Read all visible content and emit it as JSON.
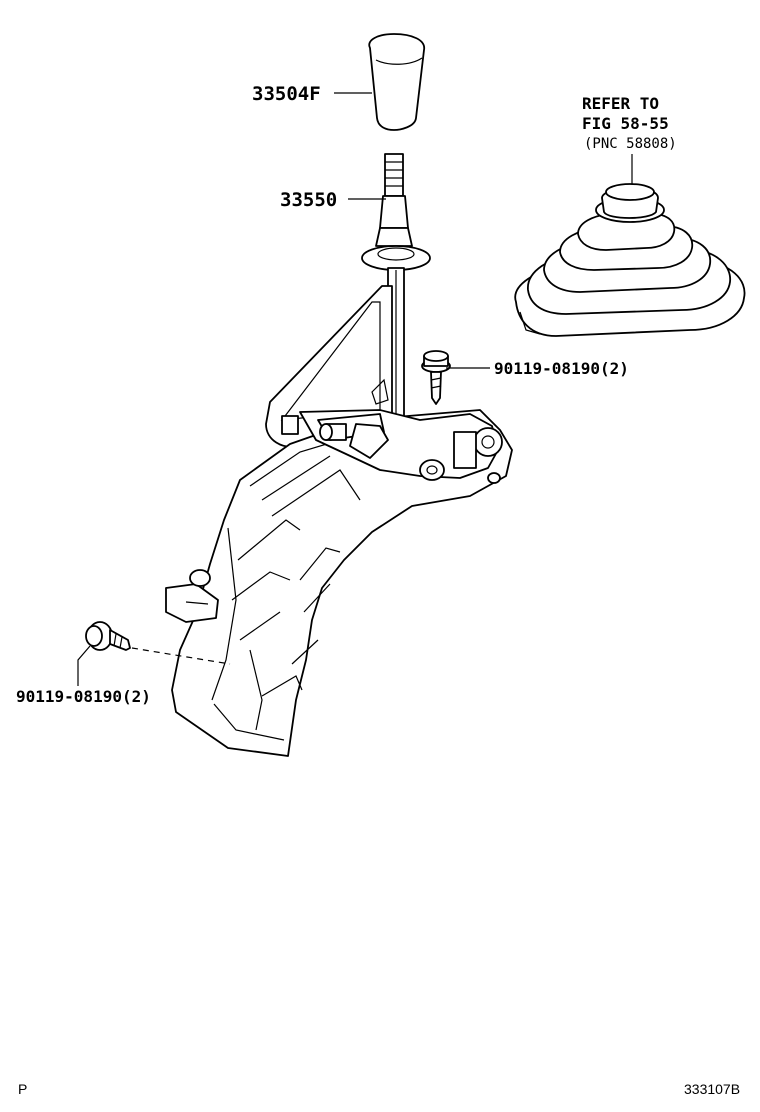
{
  "labels": {
    "knob": "33504F",
    "lever": "33550",
    "bolt_right": "90119-08190(2)",
    "bolt_left": "90119-08190(2)",
    "refer_line1": "REFER TO",
    "refer_line2": "FIG 58-55",
    "refer_line3": "(PNC 58808)"
  },
  "footer": {
    "left_code": "P",
    "right_code": "333107B"
  }
}
